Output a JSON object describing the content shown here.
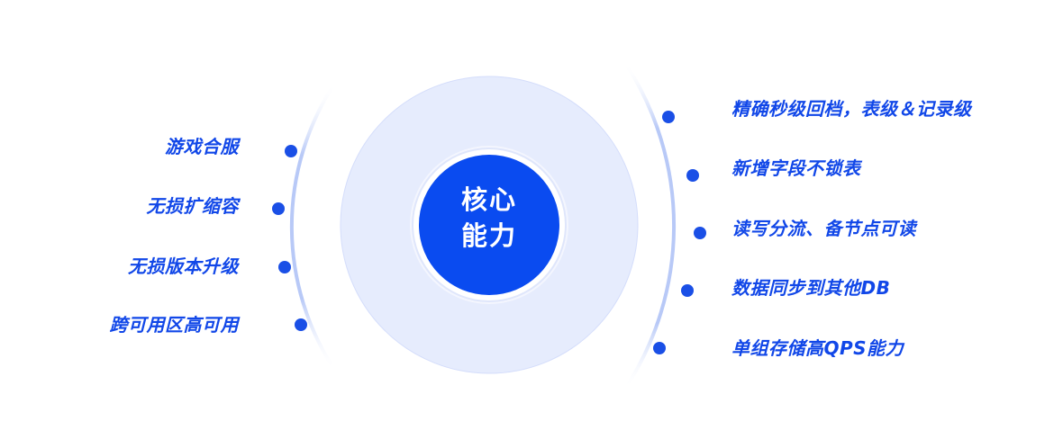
{
  "center": {
    "line1": "核心",
    "line2": "能力"
  },
  "left_items": [
    {
      "label": "游戏合服"
    },
    {
      "label": "无损扩缩容"
    },
    {
      "label": "无损版本升级"
    },
    {
      "label": "跨可用区高可用"
    }
  ],
  "right_items": [
    {
      "label": "精确秒级回档，表级＆记录级"
    },
    {
      "label": "新增字段不锁表"
    },
    {
      "label": "读写分流、备节点可读"
    },
    {
      "label": "数据同步到其他DB"
    },
    {
      "label": "单组存储高QPS能力"
    }
  ],
  "colors": {
    "accent": "#1147e8",
    "dot": "#1a4fe6",
    "halo": "#e6ecfd",
    "arc": "#b8c9f7"
  }
}
